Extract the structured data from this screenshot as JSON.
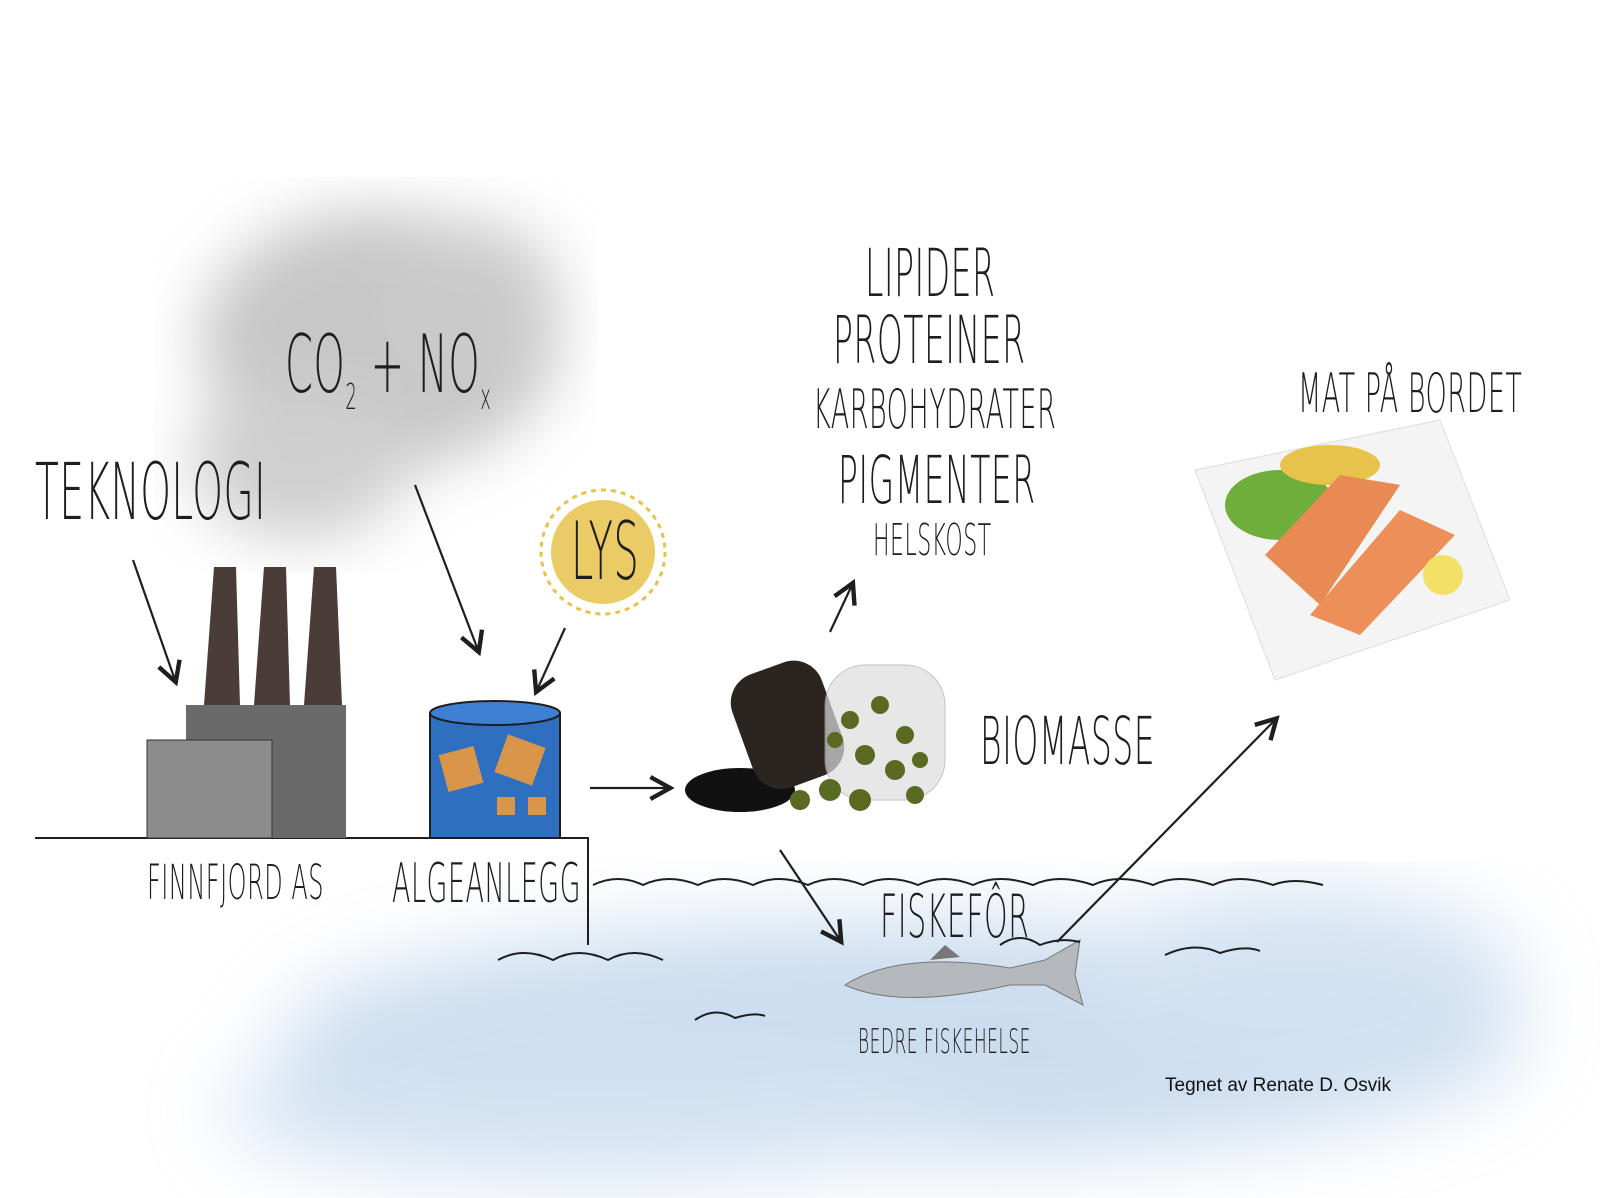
{
  "labels": {
    "co2": "CO",
    "co2_sub": "2",
    "plus": "+",
    "nox": "NO",
    "nox_sub": "x",
    "teknologi": "TEKNOLOGI",
    "lys": "LYS",
    "lipider": "LIPIDER",
    "proteiner": "PROTEINER",
    "karbohydrater": "KARBOHYDRATER",
    "pigmenter": "PIGMENTER",
    "helskost": "HELSKOST",
    "mat": "MAT PÅ BORDET",
    "biomasse": "BIOMASSE",
    "finnfjord": "FINNFJORD AS",
    "algeanlegg": "ALGEANLEGG",
    "fiskefor": "FISKEFÔR",
    "fiskehelse": "BEDRE FISKEHELSE",
    "credit": "Tegnet av Renate D. Osvik"
  },
  "colors": {
    "ink": "#1e1e1e",
    "smoke": "#8a8a8a",
    "water": "#a9c6e4",
    "tank": "#2f6fc0",
    "sun": "#e8c24a",
    "chimney": "#4a3c36",
    "salmon": "#e98a55"
  }
}
